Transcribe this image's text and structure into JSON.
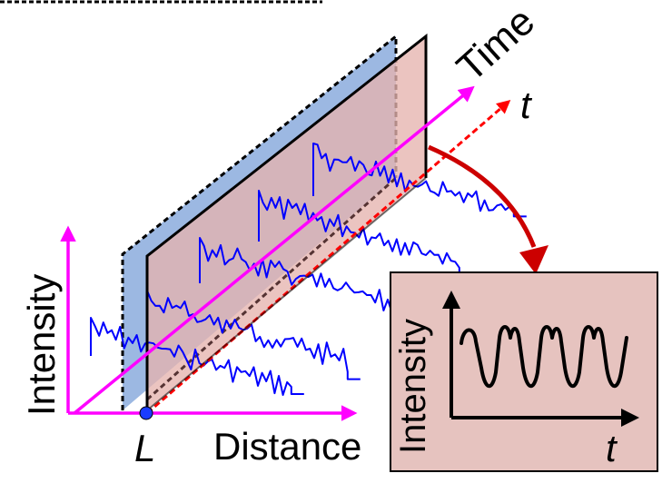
{
  "labels": {
    "time": "Time",
    "t_axis": "t",
    "intensity": "Intensity",
    "distance": "Distance",
    "position": "L",
    "inset_intensity": "Intensity",
    "inset_t": "t"
  },
  "colors": {
    "axis_magenta": "#ff00ff",
    "signal_blue": "#0000ff",
    "dashed_red": "#ff0000",
    "curve_arrow": "#cc0000",
    "plane_blue": "#97b4e0",
    "plane_pink": "#e6bdb8",
    "inset_bg": "#e6c3bf",
    "point_blue": "#1a3cff"
  }
}
